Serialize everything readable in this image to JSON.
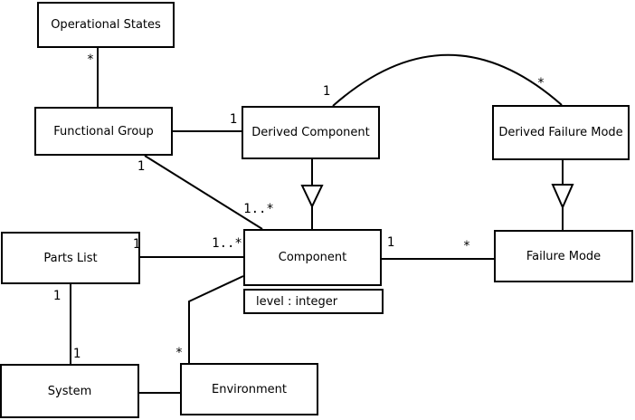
{
  "diagram": {
    "type": "uml-class-diagram",
    "colors": {
      "line": "#000000",
      "background": "#ffffff",
      "box_fill": "#ffffff",
      "text": "#000000"
    },
    "classes": [
      {
        "name": "Operational States"
      },
      {
        "name": "Functional Group"
      },
      {
        "name": "Derived Component"
      },
      {
        "name": "Derived Failure Mode"
      },
      {
        "name": "Parts List"
      },
      {
        "name": "Component",
        "attributes": [
          "level : integer"
        ]
      },
      {
        "name": "Failure Mode"
      },
      {
        "name": "System"
      },
      {
        "name": "Environment"
      }
    ],
    "relationships": [
      {
        "from": "Operational States",
        "to": "Functional Group",
        "type": "association",
        "labels": {
          "near_from": "*"
        }
      },
      {
        "from": "Functional Group",
        "to": "Derived Component",
        "type": "association",
        "labels": {
          "near_to": "1"
        }
      },
      {
        "from": "Functional Group",
        "to": "Component",
        "type": "association",
        "labels": {
          "near_from": "1",
          "near_to": "1..*"
        }
      },
      {
        "from": "Derived Component",
        "to": "Component",
        "type": "generalization"
      },
      {
        "from": "Derived Component",
        "to": "Derived Failure Mode",
        "type": "association",
        "labels": {
          "near_from": "1",
          "near_to": "*"
        }
      },
      {
        "from": "Derived Failure Mode",
        "to": "Failure Mode",
        "type": "generalization"
      },
      {
        "from": "Parts List",
        "to": "Component",
        "type": "association",
        "labels": {
          "near_from": "1",
          "near_to": "1..*"
        }
      },
      {
        "from": "Component",
        "to": "Failure Mode",
        "type": "association",
        "labels": {
          "near_from": "1",
          "near_to": "*"
        }
      },
      {
        "from": "Parts List",
        "to": "System",
        "type": "association",
        "labels": {
          "near_from": "1",
          "near_to": "1"
        }
      },
      {
        "from": "Component",
        "to": "Environment",
        "type": "association",
        "labels": {
          "near_to": "*"
        }
      },
      {
        "from": "System",
        "to": "Environment",
        "type": "association"
      }
    ]
  }
}
